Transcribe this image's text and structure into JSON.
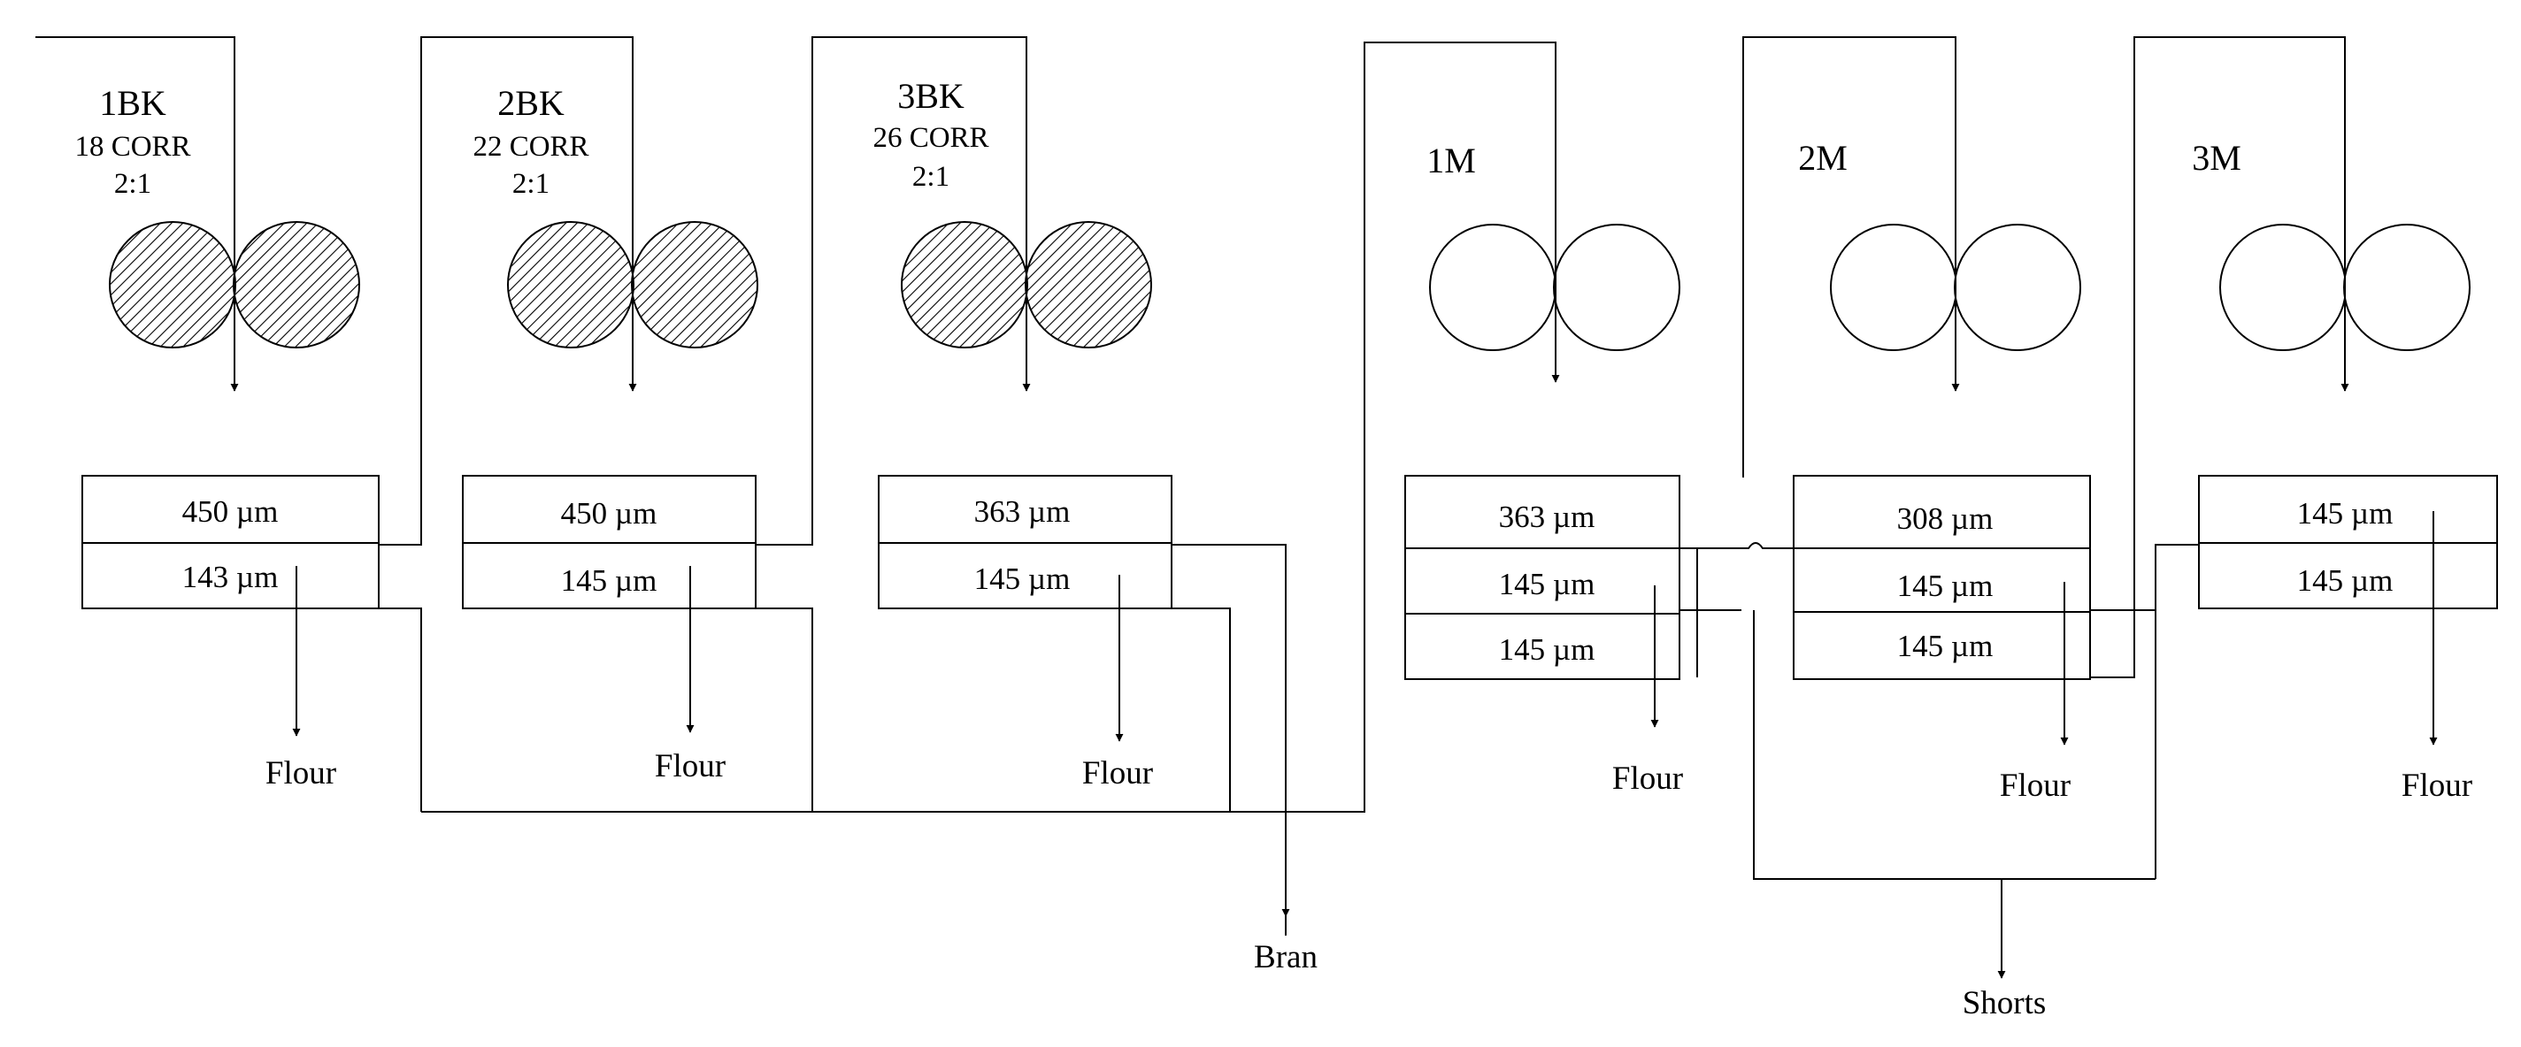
{
  "break_rolls": [
    {
      "name": "1BK",
      "corr": "18 CORR",
      "ratio": "2:1"
    },
    {
      "name": "2BK",
      "corr": "22 CORR",
      "ratio": "2:1"
    },
    {
      "name": "3BK",
      "corr": "26 CORR",
      "ratio": "2:1"
    }
  ],
  "reduction_rolls": [
    {
      "name": "1M"
    },
    {
      "name": "2M"
    },
    {
      "name": "3M"
    }
  ],
  "sieves": {
    "bk1": [
      "450 µm",
      "143 µm"
    ],
    "bk2": [
      "450 µm",
      "145 µm"
    ],
    "bk3": [
      "363 µm",
      "145 µm"
    ],
    "m1": [
      "363 µm",
      "145 µm",
      "145 µm"
    ],
    "m2": [
      "308 µm",
      "145 µm",
      "145 µm"
    ],
    "m3": [
      "145 µm",
      "145 µm"
    ]
  },
  "outputs": {
    "flour": "Flour",
    "bran": "Bran",
    "shorts": "Shorts"
  },
  "colors": {
    "line": "#000000",
    "background": "#ffffff"
  }
}
